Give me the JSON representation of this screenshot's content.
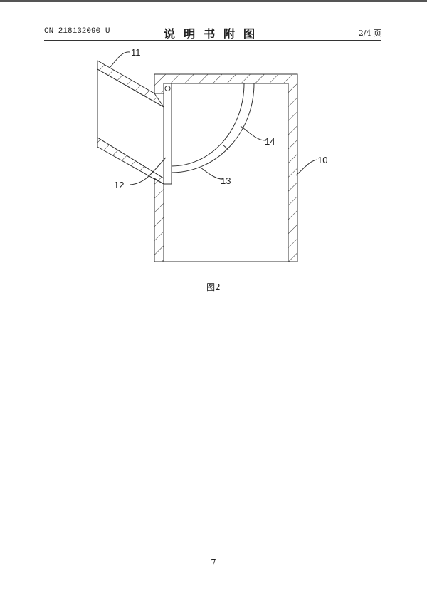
{
  "header": {
    "doc_number": "CN 218132090 U",
    "title": "说明书附图",
    "page": "2/4 页"
  },
  "figure": {
    "caption": "图2",
    "labels": {
      "housing": "10",
      "chute": "11",
      "plate": "12",
      "arc_inner": "13",
      "arc_outer": "14"
    }
  },
  "footer": {
    "page_number": "7"
  }
}
